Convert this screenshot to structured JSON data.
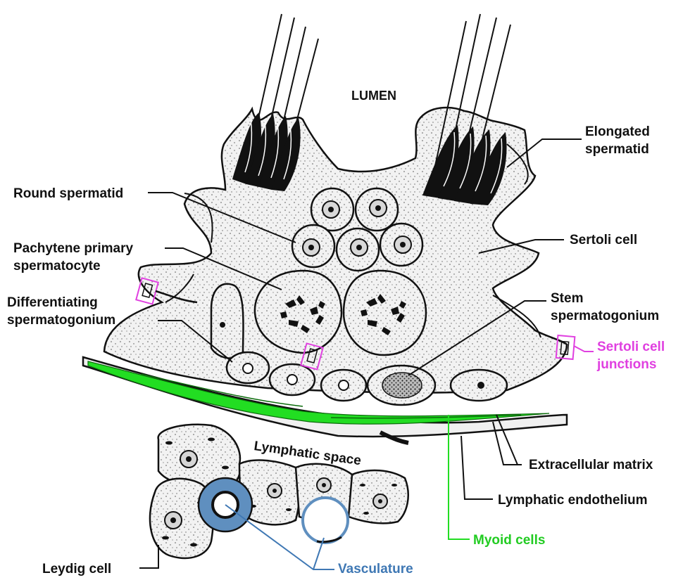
{
  "labels": {
    "lumen": "LUMEN",
    "elongated_spermatid": [
      "Elongated",
      "spermatid"
    ],
    "round_spermatid": "Round spermatid",
    "sertoli_cell": "Sertoli cell",
    "pachytene": [
      "Pachytene primary",
      "spermatocyte"
    ],
    "differentiating": [
      "Differentiating",
      "spermatogonium"
    ],
    "stem": [
      "Stem",
      "spermatogonium"
    ],
    "sertoli_junctions": [
      "Sertoli cell",
      "junctions"
    ],
    "extracellular_matrix": "Extracellular matrix",
    "lymphatic_space": "Lymphatic space",
    "lymphatic_endothelium": "Lymphatic endothelium",
    "myoid_cells": "Myoid cells",
    "leydig_cell": "Leydig cell",
    "vasculature": "Vasculature"
  },
  "colors": {
    "outline": "#111111",
    "cytoplasm": "#f1f1f1",
    "myoid": "#22dd22",
    "junction": "#e040e0",
    "vasculature": "#3f78b4",
    "vessel_fill": "#5f8fbf"
  }
}
